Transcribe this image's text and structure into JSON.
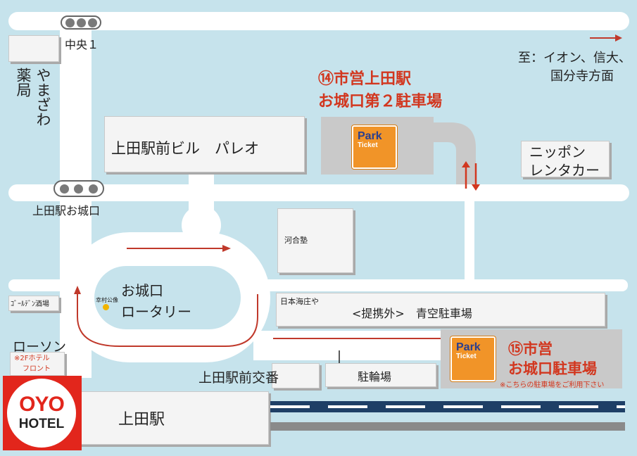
{
  "signals": {
    "chuo1": "中央１",
    "ueda_oshiroguchi": "上田駅お城口"
  },
  "destination": {
    "line1": "至：イオン、信大、",
    "line2": "国分寺方面"
  },
  "shops": {
    "pharmacy_vertical_1": "薬局",
    "pharmacy_vertical_2": "やまざわ",
    "palio": "上田駅前ビル　パレオ",
    "nippon_rental_1": "ニッポン",
    "nippon_rental_2": "レンタカー",
    "kawai": "河合塾",
    "nihonkaisho": "日本海庄や",
    "golden": "ｺﾞｰﾙﾃﾞﾝ酒場",
    "lawson": "ローソン",
    "hotel_front_1": "※2Fホテル",
    "hotel_front_2": "フロント",
    "koban": "上田駅前交番",
    "bicycle": "駐輪場",
    "station": "上田駅",
    "rotary_1": "お城口",
    "rotary_2": "ロータリー",
    "statue": "幸村公像",
    "aozora": "<提携外>　青空駐車場"
  },
  "parking": {
    "p14_line1": "⑭市営上田駅",
    "p14_line2": "お城口第２駐車場",
    "p15_line1": "⑮市営",
    "p15_line2": "お城口駐車場",
    "p15_note": "※こちらの駐車場をご利用下さい",
    "ticket_top": "Park",
    "ticket_bottom": "Ticket"
  },
  "logo": {
    "line1": "OYO",
    "line2": "HOTEL"
  },
  "colors": {
    "water": "#c6e3ec",
    "road": "#ffffff",
    "arrow": "#c0392b",
    "parking_area": "#c9c9c9",
    "parking_ticket": "#f19428",
    "logo_red": "#e2261c"
  }
}
